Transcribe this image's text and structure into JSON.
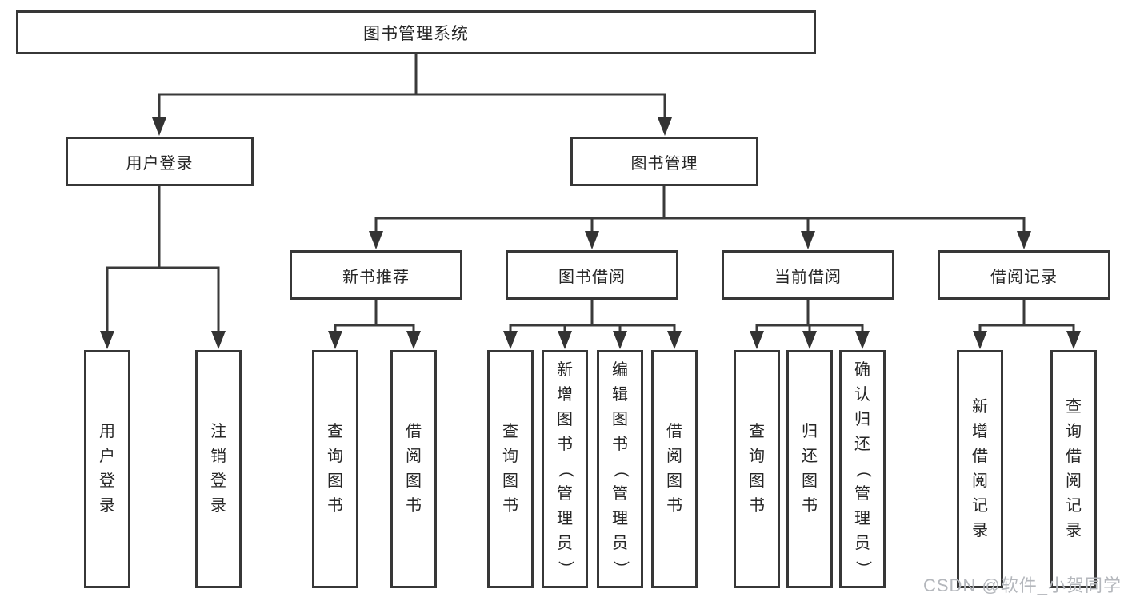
{
  "colors": {
    "line": "#3a3a3a",
    "box_border": "#373737",
    "text": "#262626",
    "watermark_text": "#b4b7bc",
    "background": "#ffffff"
  },
  "tree": {
    "root": "图书管理系统",
    "branches": [
      {
        "label": "用户登录",
        "leaves": [
          "用户登录",
          "注销登录"
        ]
      },
      {
        "label": "图书管理",
        "groups": [
          {
            "label": "新书推荐",
            "leaves": [
              "查询图书",
              "借阅图书"
            ]
          },
          {
            "label": "图书借阅",
            "leaves": [
              "查询图书",
              "新增图书（管理员）",
              "编辑图书（管理员）",
              "借阅图书"
            ]
          },
          {
            "label": "当前借阅",
            "leaves": [
              "查询图书",
              "归还图书",
              "确认归还（管理员）"
            ]
          },
          {
            "label": "借阅记录",
            "leaves": [
              "新增借阅记录",
              "查询借阅记录"
            ]
          }
        ]
      }
    ]
  },
  "watermark": "CSDN @软件_小贺同学"
}
